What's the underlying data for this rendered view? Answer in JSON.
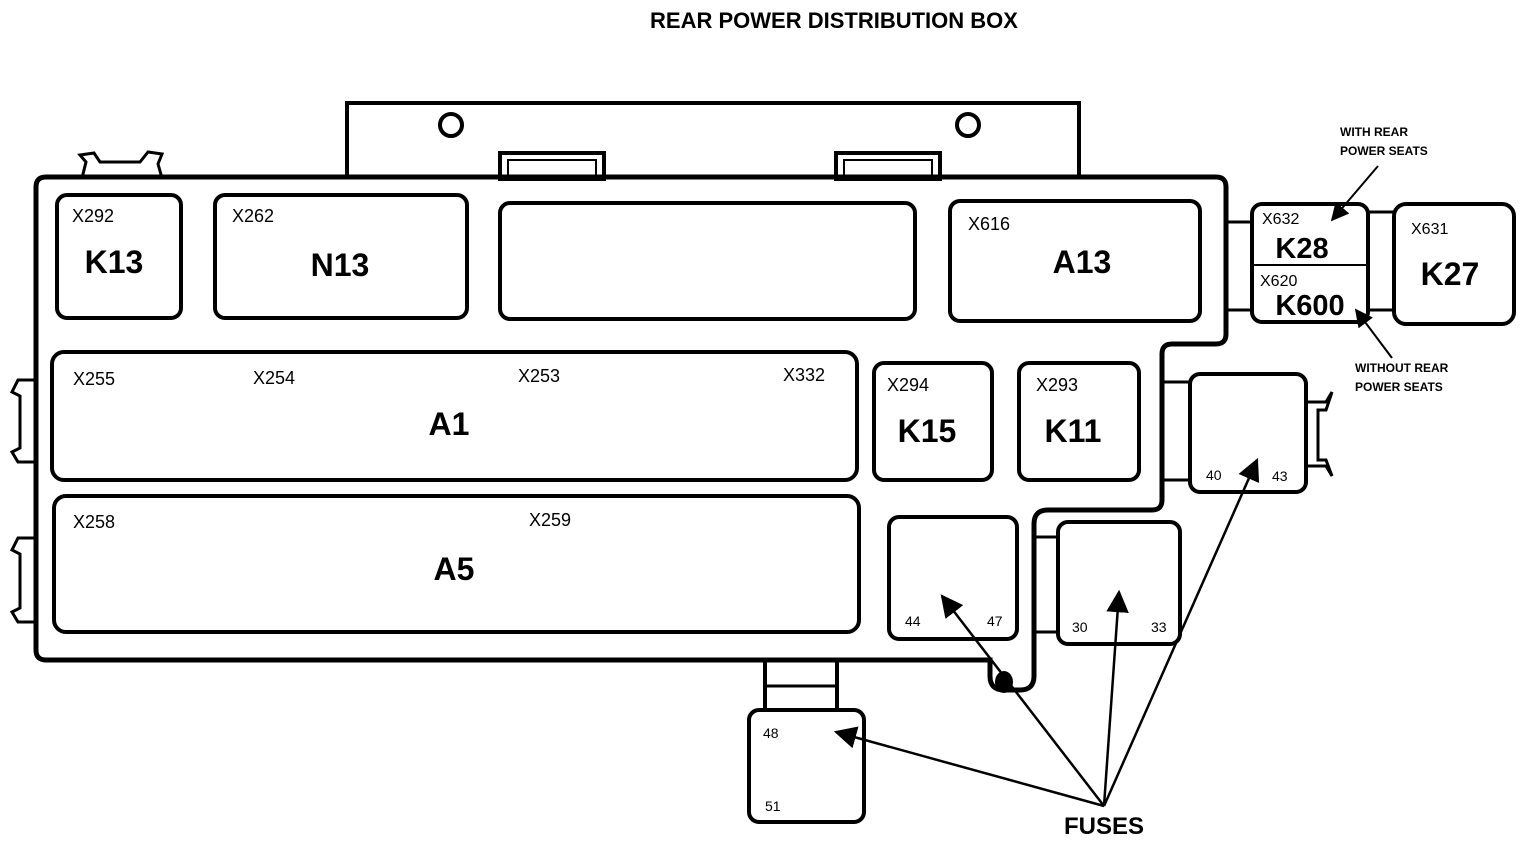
{
  "title": "REAR POWER DISTRIBUTION BOX",
  "components": {
    "k13": {
      "code": "X292",
      "name": "K13"
    },
    "n13": {
      "code": "X262",
      "name": "N13"
    },
    "a13": {
      "code": "X616",
      "name": "A13"
    },
    "k28": {
      "code": "X632",
      "name": "K28"
    },
    "k600": {
      "code": "X620",
      "name": "K600"
    },
    "k27": {
      "code": "X631",
      "name": "K27"
    },
    "a1": {
      "codes": [
        "X255",
        "X254",
        "X253",
        "X332"
      ],
      "name": "A1"
    },
    "k15": {
      "code": "X294",
      "name": "K15"
    },
    "k11": {
      "code": "X293",
      "name": "K11"
    },
    "a5": {
      "codes": [
        "X258",
        "X259"
      ],
      "name": "A5"
    }
  },
  "fuse_blocks": {
    "f40": {
      "first": "40",
      "last": "43"
    },
    "f44": {
      "first": "44",
      "last": "47"
    },
    "f30": {
      "first": "30",
      "last": "33"
    },
    "f48": {
      "first": "48",
      "last": "51"
    }
  },
  "notes": {
    "with_rear": [
      "WITH REAR",
      "POWER SEATS"
    ],
    "without_rear": [
      "WITHOUT REAR",
      "POWER SEATS"
    ],
    "fuses": "FUSES"
  }
}
